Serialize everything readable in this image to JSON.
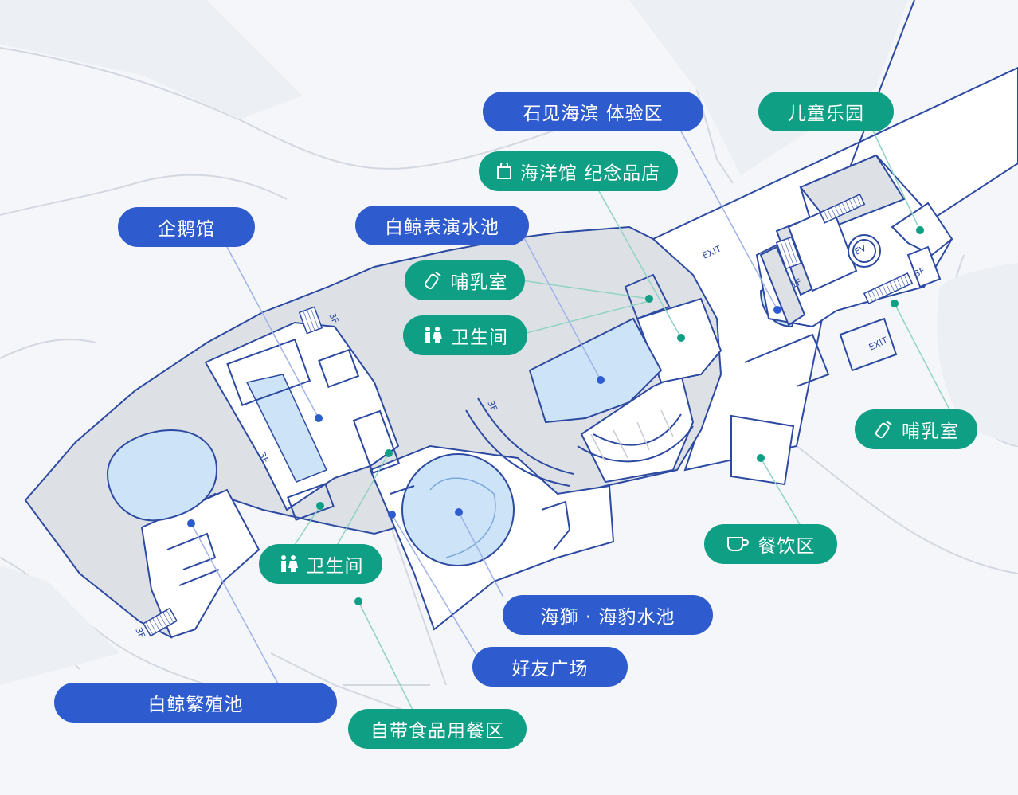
{
  "colors": {
    "blue_label": "#2e5bce",
    "green_label": "#0e9f84",
    "wall": "#2d4aa2",
    "building_fill": "#dde1e6",
    "floor_fill": "#ffffff",
    "pool_fill": "#cde3f7",
    "background": "#f4f6f9"
  },
  "floor_marks": {
    "f3a": "3F",
    "f3b": "3F",
    "f3c": "3F",
    "f3d": "3F",
    "f3e": "3F",
    "f1": "1F",
    "ev": "EV",
    "exit1": "EXIT",
    "exit2": "EXIT"
  },
  "labels": {
    "ishimi": {
      "text": "石见海滨 体验区",
      "kind": "area",
      "icon": ""
    },
    "kids": {
      "text": "儿童乐园",
      "kind": "facility",
      "icon": ""
    },
    "shop": {
      "text": "海洋馆 纪念品店",
      "kind": "facility",
      "icon": "shopping-bag-icon"
    },
    "penguin": {
      "text": "企鹅馆",
      "kind": "area",
      "icon": ""
    },
    "beluga_show": {
      "text": "白鲸表演水池",
      "kind": "area",
      "icon": ""
    },
    "nursing1": {
      "text": "哺乳室",
      "kind": "facility",
      "icon": "baby-bottle-icon"
    },
    "restroom1": {
      "text": "卫生间",
      "kind": "facility",
      "icon": "restroom-icon"
    },
    "nursing2": {
      "text": "哺乳室",
      "kind": "facility",
      "icon": "baby-bottle-icon"
    },
    "dining": {
      "text": "餐饮区",
      "kind": "facility",
      "icon": "coffee-cup-icon"
    },
    "restroom2": {
      "text": "卫生间",
      "kind": "facility",
      "icon": "restroom-icon"
    },
    "sealion": {
      "text": "海獅 · 海豹水池",
      "kind": "area",
      "icon": ""
    },
    "plaza": {
      "text": "好友广场",
      "kind": "area",
      "icon": ""
    },
    "beluga_breed": {
      "text": "白鲸繁殖池",
      "kind": "area",
      "icon": ""
    },
    "picnic": {
      "text": "自带食品用餐区",
      "kind": "facility",
      "icon": ""
    }
  }
}
